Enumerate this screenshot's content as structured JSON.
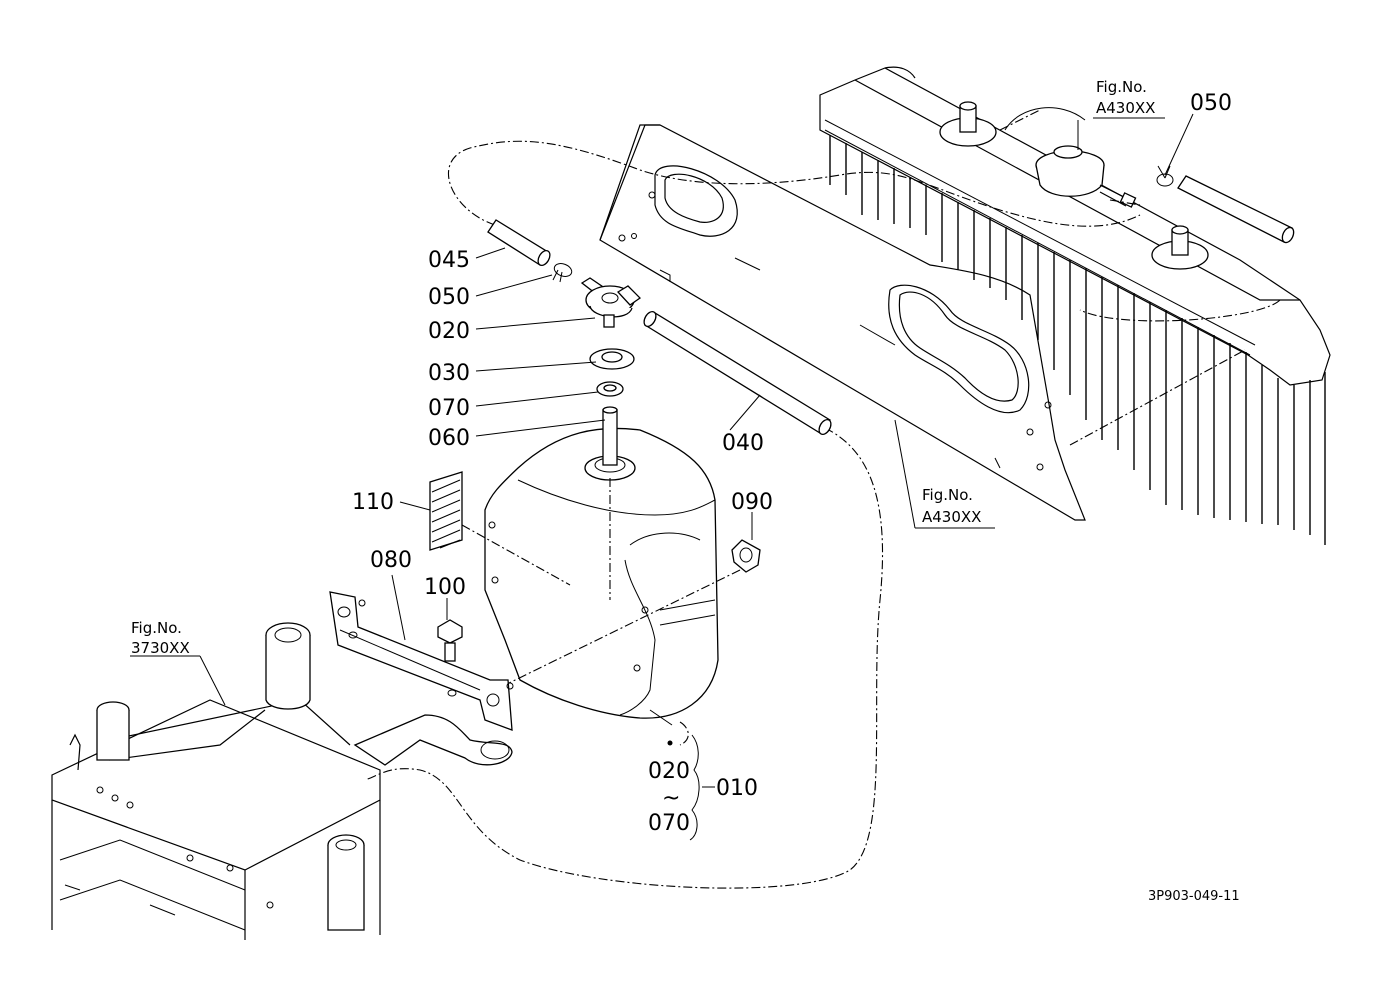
{
  "diagram": {
    "drawing_code": "3P903-049-11",
    "figure_refs": {
      "radiator_cap": {
        "line1": "Fig.No.",
        "line2": "A430XX"
      },
      "radiator_shroud": {
        "line1": "Fig.No.",
        "line2": "A430XX"
      },
      "frame": {
        "line1": "Fig.No.",
        "line2": "3730XX"
      }
    },
    "callouts": {
      "p045": "045",
      "p050_left": "050",
      "p020": "020",
      "p030": "030",
      "p070": "070",
      "p060": "060",
      "p040": "040",
      "p050_right": "050",
      "p110": "110",
      "p090": "090",
      "p080": "080",
      "p100": "100",
      "p010": "010",
      "range_from": "020",
      "range_tilde": "~",
      "range_to": "070"
    }
  }
}
